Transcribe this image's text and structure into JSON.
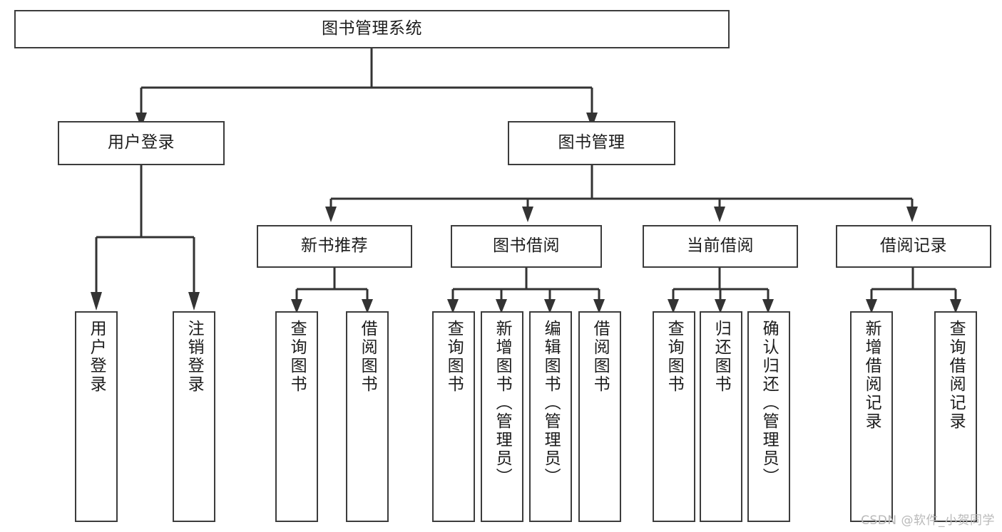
{
  "diagram": {
    "title": "图书管理系统",
    "type": "tree-hierarchy-diagram",
    "colors": {
      "box_border": "#3c3c3c",
      "box_fill": "#ffffff",
      "connector": "#333333",
      "text": "#1c1c1c",
      "watermark": "#b9b9b9"
    },
    "root": {
      "label": "图书管理系统"
    },
    "level2": [
      {
        "label": "用户登录"
      },
      {
        "label": "图书管理"
      }
    ],
    "level3": [
      {
        "label": "新书推荐"
      },
      {
        "label": "图书借阅"
      },
      {
        "label": "当前借阅"
      },
      {
        "label": "借阅记录"
      }
    ],
    "leaves": {
      "user_login": [
        {
          "label": "用户登录"
        },
        {
          "label": "注销登录"
        }
      ],
      "new_book_recommend": [
        {
          "label": "查询图书"
        },
        {
          "label": "借阅图书"
        }
      ],
      "book_borrow": [
        {
          "label": "查询图书"
        },
        {
          "label": "新增图书（管理员）"
        },
        {
          "label": "编辑图书（管理员）"
        },
        {
          "label": "借阅图书"
        }
      ],
      "current_borrow": [
        {
          "label": "查询图书"
        },
        {
          "label": "归还图书"
        },
        {
          "label": "确认归还（管理员）"
        }
      ],
      "borrow_record": [
        {
          "label": "新增借阅记录"
        },
        {
          "label": "查询借阅记录"
        }
      ]
    }
  },
  "watermark": {
    "text": "CSDN @软件_小贺同学"
  }
}
